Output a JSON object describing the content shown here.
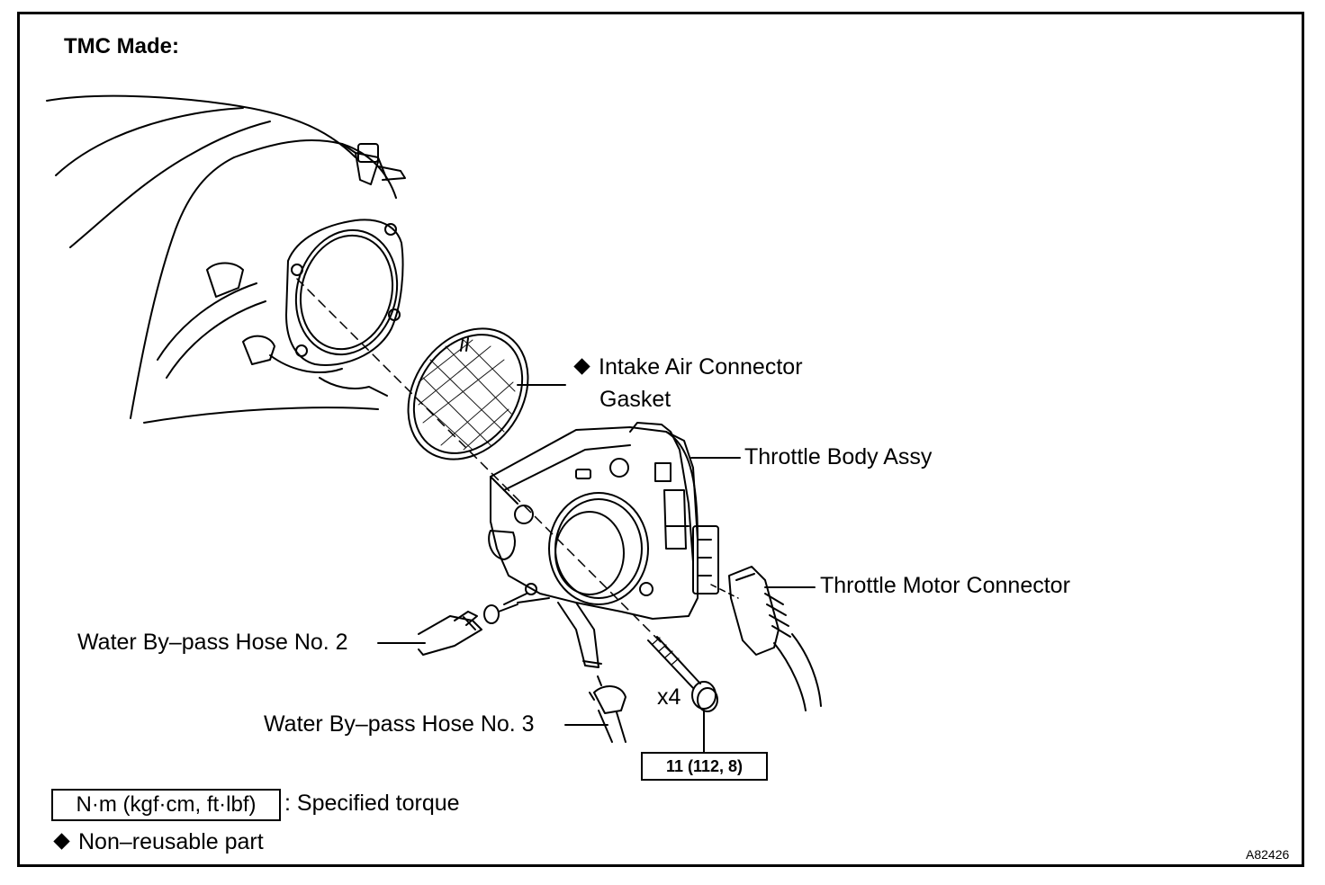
{
  "title": "TMC Made:",
  "labels": {
    "gasket_line1": "Intake Air Connector",
    "gasket_line2": "Gasket",
    "throttle_body": "Throttle Body Assy",
    "throttle_motor_connector": "Throttle Motor Connector",
    "hose2": "Water By–pass Hose No. 2",
    "hose3": "Water By–pass Hose No. 3",
    "bolt_qty": "x4"
  },
  "torque_spec": "11 (112, 8)",
  "legend": {
    "torque_unit": "N·m (kgf·cm, ft·lbf)",
    "torque_desc": ": Specified torque",
    "non_reusable": "Non–reusable part"
  },
  "figure_id": "A82426"
}
